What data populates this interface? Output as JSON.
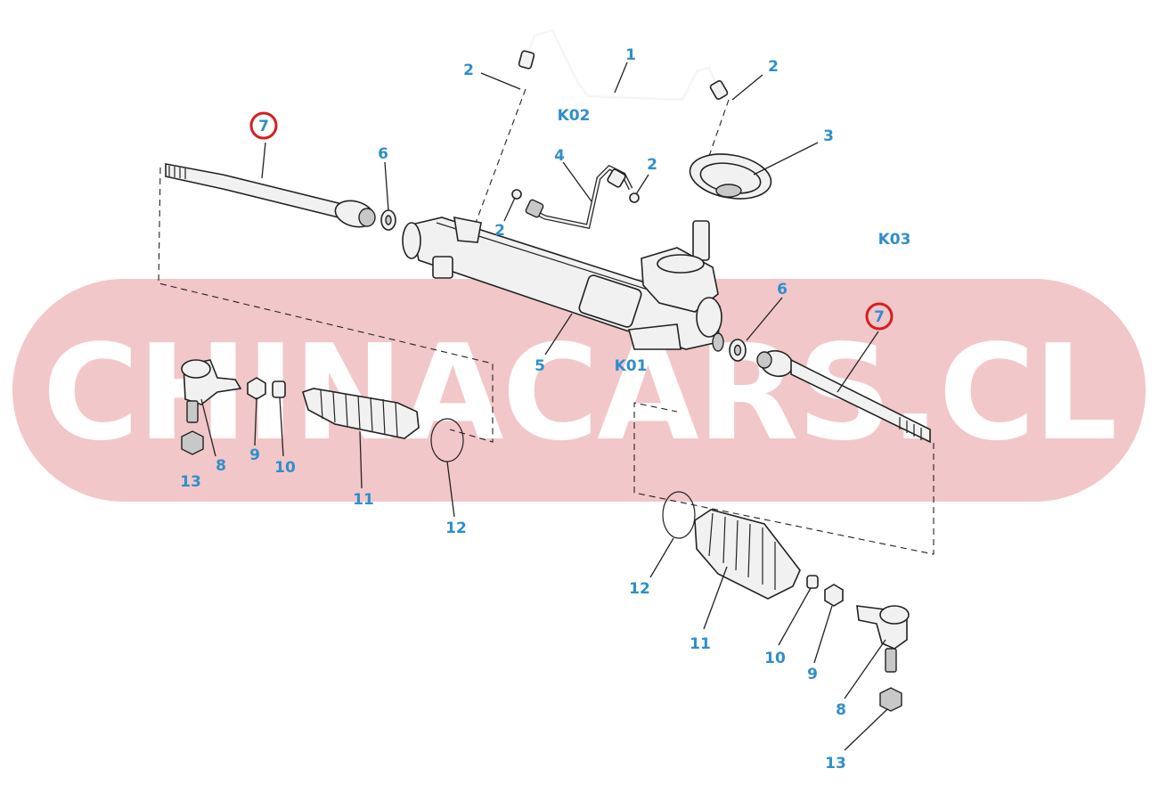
{
  "watermark": {
    "text": "CHINACARS.CL",
    "band_color": "#f2c7c9"
  },
  "colors": {
    "callout": "#2f8fca",
    "highlight": "#d42020",
    "line_art": "#222222"
  },
  "zone_codes": {
    "k01": "K01",
    "k02": "K02",
    "k03": "K03"
  },
  "callouts": {
    "pipe_upper": "1",
    "seal_upper_left": "2",
    "seal_upper_right": "2",
    "seal_mid_right": "2",
    "seal_mid_left": "2",
    "boot_pinion": "3",
    "pipe_lower": "4",
    "rack_housing": "5",
    "washer_left": "6",
    "washer_right": "6",
    "tie_rod_left": "7",
    "tie_rod_right": "7",
    "tie_rod_end_left": "8",
    "tie_rod_end_right": "8",
    "jam_nut_left": "9",
    "jam_nut_right": "9",
    "clip_left": "10",
    "clip_right": "10",
    "bellows_left": "11",
    "bellows_right": "11",
    "clamp_left": "12",
    "clamp_right": "12",
    "nut_left": "13",
    "nut_right": "13"
  }
}
